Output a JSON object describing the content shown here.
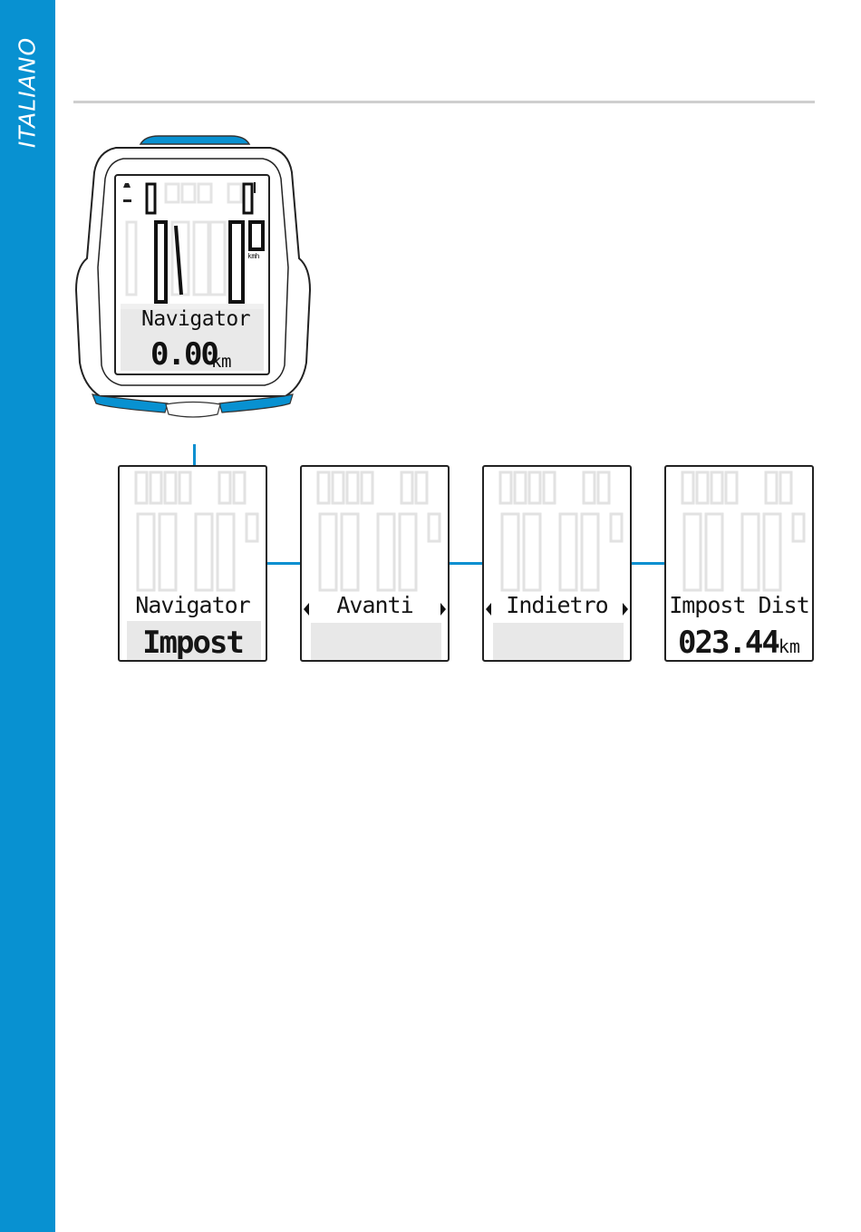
{
  "language_tab": "ITALIANO",
  "colors": {
    "accent": "#0891d1",
    "rule": "#cfcfcf",
    "screen_bg": "#e8e8e8"
  },
  "device": {
    "menu_label": "Navigator",
    "distance_value": "0.00",
    "distance_unit": "km",
    "speed_unit": "kmh"
  },
  "screens": [
    {
      "top": "Navigator",
      "bottom": "Impost",
      "unit": "",
      "arrows": false
    },
    {
      "top": "Avanti",
      "bottom": "",
      "unit": "",
      "arrows": true
    },
    {
      "top": "Indietro",
      "bottom": "",
      "unit": "",
      "arrows": true
    },
    {
      "top": "Impost Dist",
      "bottom": "023.44",
      "unit": "km",
      "arrows": false
    }
  ]
}
